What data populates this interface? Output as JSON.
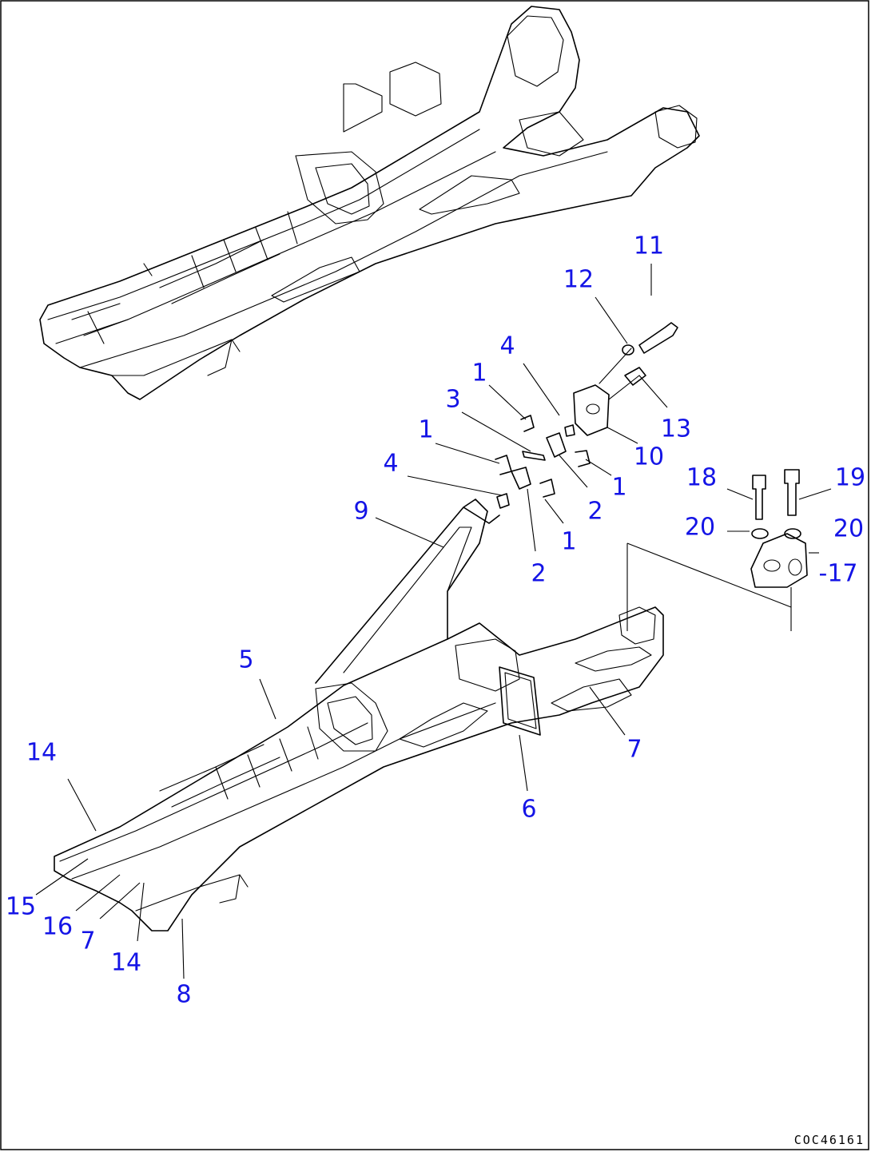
{
  "drawing_code": "COC46161",
  "colors": {
    "label": "#1414e6",
    "ink": "#000000",
    "background": "#ffffff"
  },
  "labels": {
    "l11": "11",
    "l12": "12",
    "l13": "13",
    "l10": "10",
    "l4a": "4",
    "l1a": "1",
    "l3": "3",
    "l1b": "1",
    "l4b": "4",
    "l1c": "1",
    "l2a": "2",
    "l1d": "1",
    "l2b": "2",
    "l9": "9",
    "l18": "18",
    "l19": "19",
    "l20a": "20",
    "l20b": "20",
    "l17": "-17",
    "l5": "5",
    "l7a": "7",
    "l6": "6",
    "l14a": "14",
    "l15": "15",
    "l16": "16",
    "l7b": "7",
    "l14b": "14",
    "l8": "8"
  }
}
